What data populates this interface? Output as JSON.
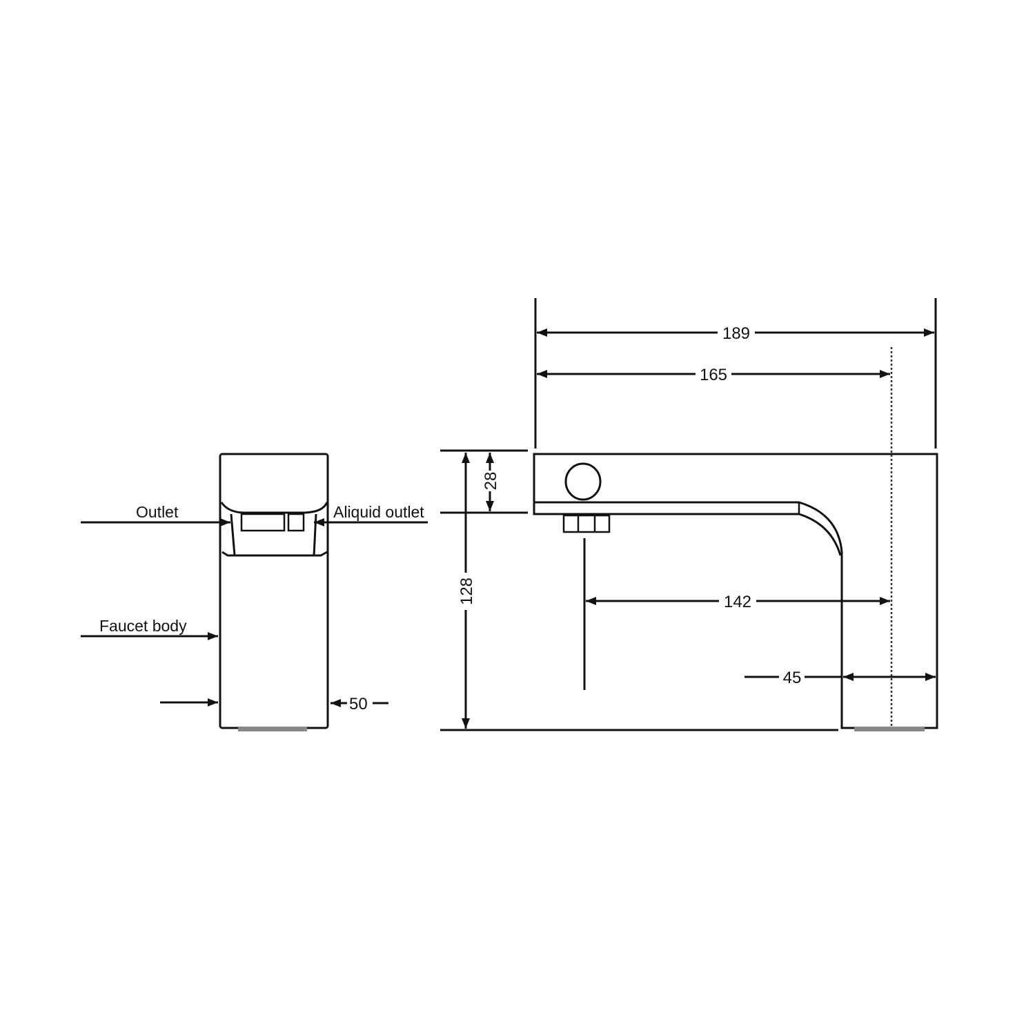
{
  "labels": {
    "outlet": "Outlet",
    "aliquid_outlet": "Aliquid outlet",
    "faucet_body": "Faucet body"
  },
  "dimensions": {
    "width_front": "50",
    "total_length": "189",
    "spout_reach": "165",
    "total_height": "128",
    "top_height": "28",
    "outlet_to_center": "142",
    "base_depth": "45"
  },
  "colors": {
    "line": "#111111",
    "background": "#ffffff"
  }
}
